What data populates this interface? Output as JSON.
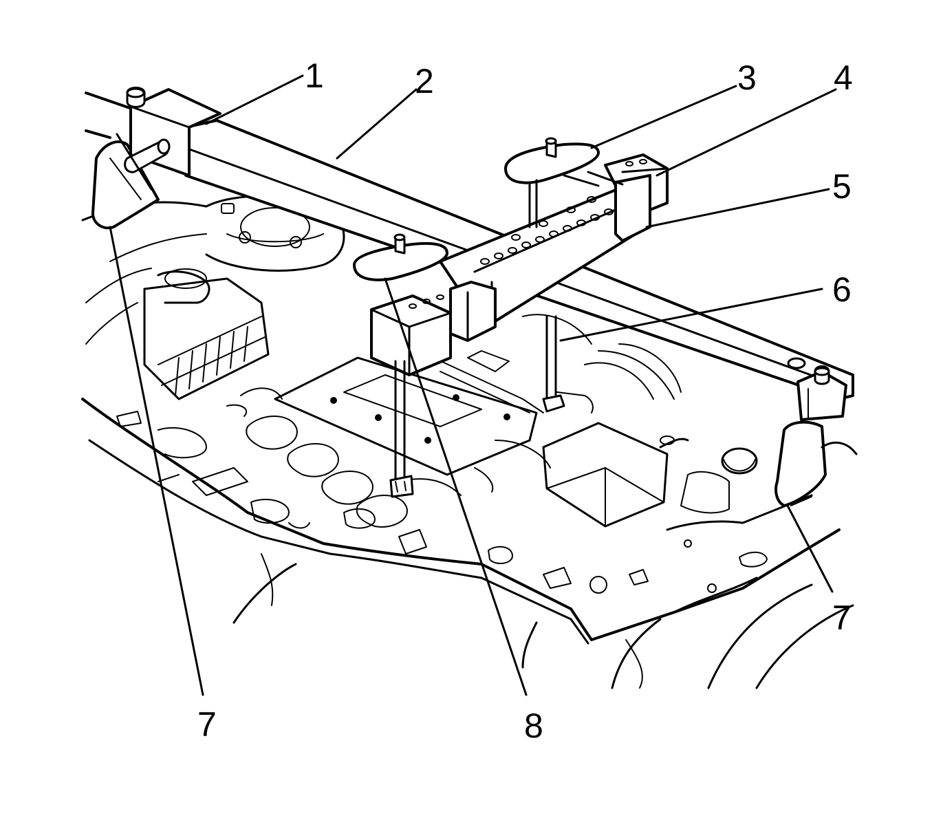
{
  "diagram": {
    "callouts": [
      {
        "id": "c1",
        "label": "1"
      },
      {
        "id": "c2",
        "label": "2"
      },
      {
        "id": "c3",
        "label": "3"
      },
      {
        "id": "c4",
        "label": "4"
      },
      {
        "id": "c5",
        "label": "5"
      },
      {
        "id": "c6",
        "label": "6"
      },
      {
        "id": "c7a",
        "label": "7"
      },
      {
        "id": "c7b",
        "label": "7"
      },
      {
        "id": "c8",
        "label": "8"
      }
    ],
    "colors": {
      "line": "#000000",
      "background": "#ffffff"
    }
  }
}
